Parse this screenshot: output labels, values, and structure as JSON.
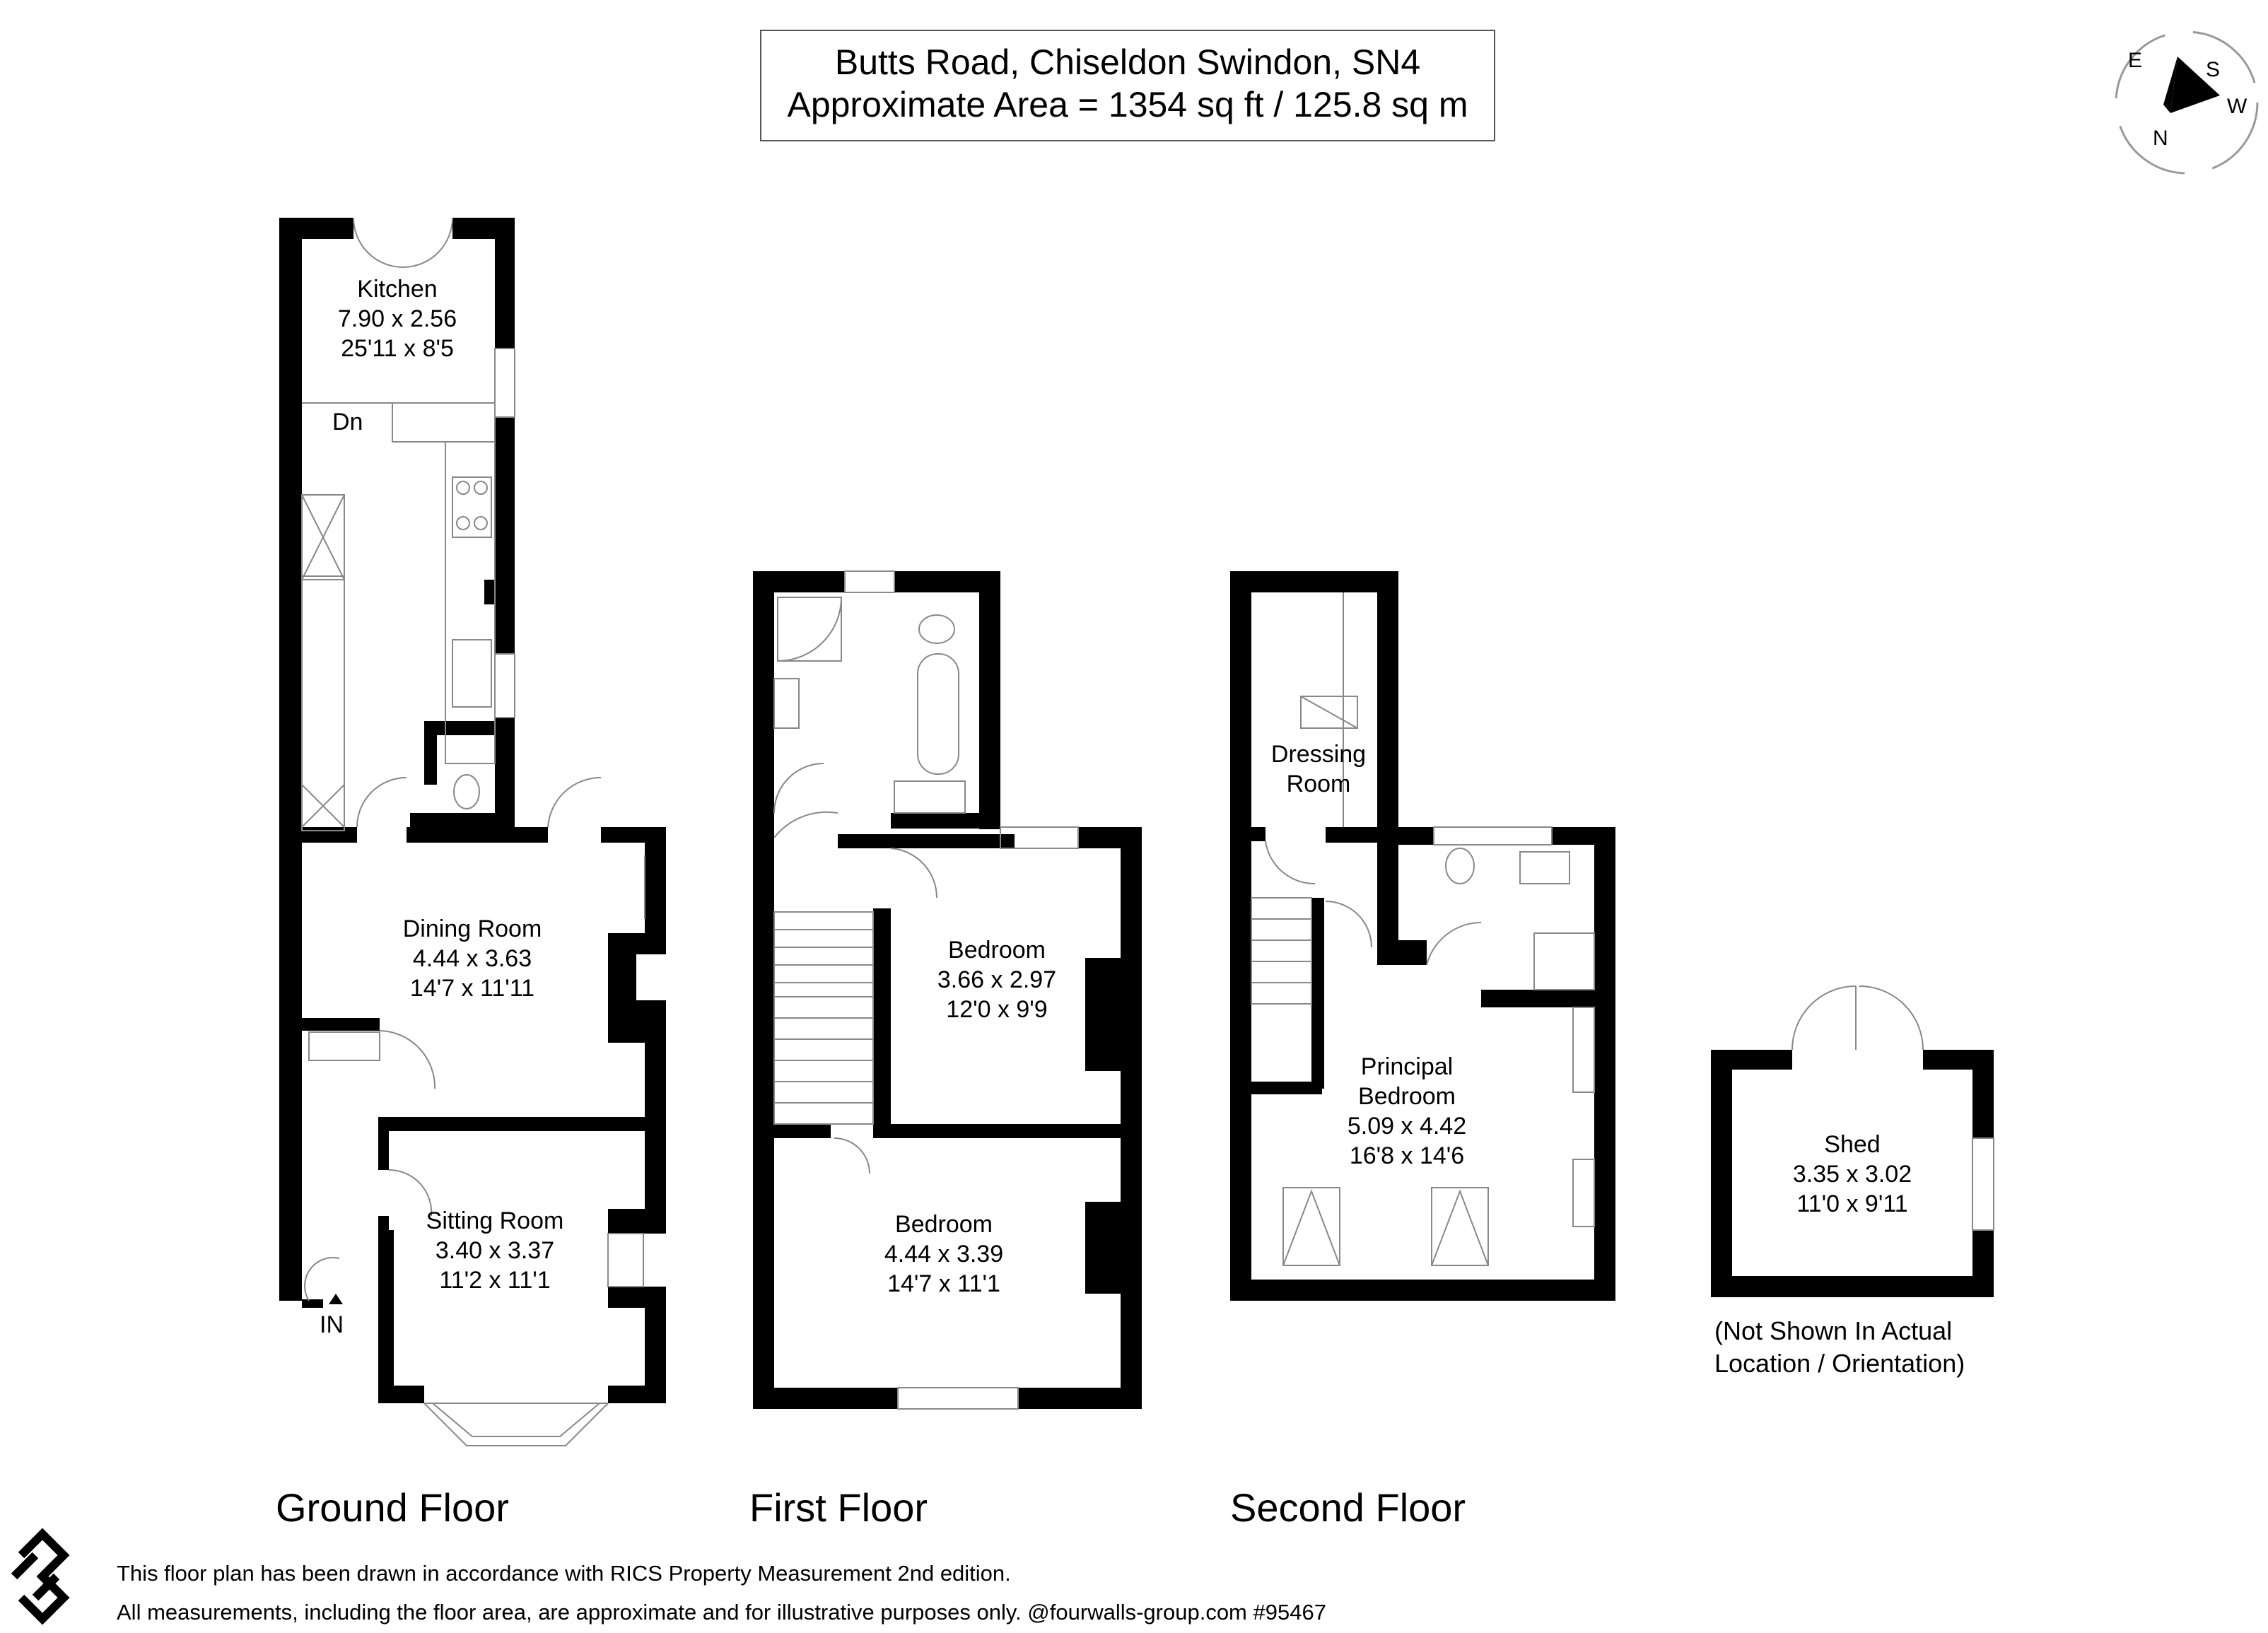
{
  "header": {
    "address": "Butts Road, Chiseldon Swindon, SN4",
    "area": "Approximate Area = 1354 sq ft / 125.8 sq m"
  },
  "compass": {
    "n": "N",
    "s": "S",
    "e": "E",
    "w": "W"
  },
  "floors": {
    "ground": "Ground Floor",
    "first": "First Floor",
    "second": "Second Floor"
  },
  "rooms": {
    "kitchen": {
      "name": "Kitchen",
      "metric": "7.90 x 2.56",
      "imperial": "25'11 x 8'5"
    },
    "dining": {
      "name": "Dining Room",
      "metric": "4.44 x 3.63",
      "imperial": "14'7 x 11'11"
    },
    "sitting": {
      "name": "Sitting Room",
      "metric": "3.40 x 3.37",
      "imperial": "11'2 x 11'1"
    },
    "bedroom_small": {
      "name": "Bedroom",
      "metric": "3.66 x 2.97",
      "imperial": "12'0 x 9'9"
    },
    "bedroom_large": {
      "name": "Bedroom",
      "metric": "4.44 x 3.39",
      "imperial": "14'7 x 11'1"
    },
    "dressing": {
      "name1": "Dressing",
      "name2": "Room"
    },
    "principal": {
      "name1": "Principal",
      "name2": "Bedroom",
      "metric": "5.09 x 4.42",
      "imperial": "16'8 x 14'6"
    },
    "shed": {
      "name": "Shed",
      "metric": "3.35 x 3.02",
      "imperial": "11'0 x 9'11"
    }
  },
  "labels": {
    "dn": "Dn",
    "in": "IN"
  },
  "shed_note": {
    "line1": "(Not Shown In Actual",
    "line2": "Location / Orientation)"
  },
  "footer": {
    "line1": "This floor plan has been drawn in accordance with RICS Property Measurement 2nd edition.",
    "line2": "All measurements, including the floor area, are approximate and for illustrative purposes only. @fourwalls-group.com #95467"
  },
  "colors": {
    "wall": "#000000",
    "fixture": "#888888",
    "text": "#000000"
  }
}
